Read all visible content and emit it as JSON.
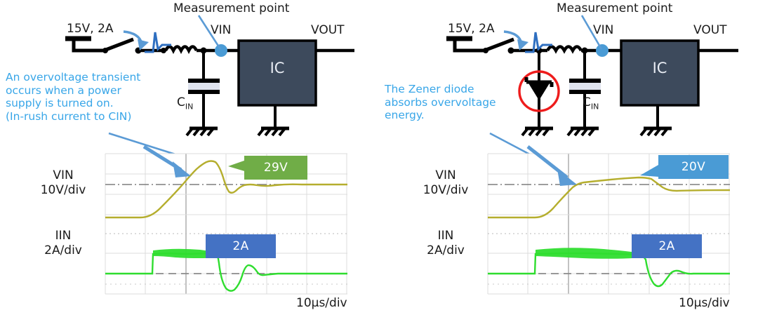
{
  "figure": {
    "type": "comparison-diagram",
    "description": "Two circuit schematics with oscilloscope captures comparing in-rush overvoltage transient with and without a Zener diode clamp"
  },
  "colors": {
    "annotation_blue": "#38a6e8",
    "arrow_blue": "#4a90c4",
    "ic_fill": "#3d4a5c",
    "measurement_dot": "#4a9bd5",
    "zener_highlight_red": "#ee1c1c",
    "trace_vin": "#b5ae2e",
    "trace_iin": "#22dd22",
    "badge_green": "#70ad47",
    "badge_blue_dark": "#4472c4",
    "badge_blue_light": "#4a9bd5",
    "grid_line": "#d8d8d8",
    "ref_line": "#8a8a8a"
  },
  "panels": [
    {
      "id": "left",
      "circuit": {
        "measurement_point_label": "Measurement point",
        "supply_label": "15V, 2A",
        "vin_label": "VIN",
        "vout_label": "VOUT",
        "ic_label": "IC",
        "cap_label": "C",
        "cap_sub": "IN",
        "has_zener": false
      },
      "annotation": "An overvoltage transient\noccurs when a power\nsupply is turned on.\n(In-rush current to CIN)",
      "scope": {
        "channels": [
          {
            "name": "VIN",
            "scale": "10V/div"
          },
          {
            "name": "IIN",
            "scale": "2A/div"
          }
        ],
        "timebase": "10µs/div",
        "badges": [
          {
            "text": "29V",
            "color": "#70ad47",
            "channel": "VIN"
          },
          {
            "text": "2A",
            "color": "#4472c4",
            "channel": "IIN"
          }
        ]
      }
    },
    {
      "id": "right",
      "circuit": {
        "measurement_point_label": "Measurement point",
        "supply_label": "15V, 2A",
        "vin_label": "VIN",
        "vout_label": "VOUT",
        "ic_label": "IC",
        "cap_label": "C",
        "cap_sub": "IN",
        "has_zener": true
      },
      "annotation": "The Zener diode\nabsorbs overvoltage\nenergy.",
      "scope": {
        "channels": [
          {
            "name": "VIN",
            "scale": "10V/div"
          },
          {
            "name": "IIN",
            "scale": "2A/div"
          }
        ],
        "timebase": "10µs/div",
        "badges": [
          {
            "text": "20V",
            "color": "#4a9bd5",
            "channel": "VIN"
          },
          {
            "text": "2A",
            "color": "#4472c4",
            "channel": "IIN"
          }
        ]
      }
    }
  ],
  "chart_data": {
    "type": "line",
    "title": "",
    "xlabel": "10µs/div",
    "plots": [
      {
        "panel": "left",
        "channel": "VIN",
        "ylabel": "VIN 10V/div",
        "peak_value": "29V",
        "description": "Rises from 0 V, overshoots to 29 V peak, rings down and settles at 15 V"
      },
      {
        "panel": "left",
        "channel": "IIN",
        "ylabel": "IIN 2A/div",
        "peak_value": "2A",
        "description": "Steps to 2 A in-rush plateau, then undershoots negative and rings to 0 A"
      },
      {
        "panel": "right",
        "channel": "VIN",
        "ylabel": "VIN 10V/div",
        "peak_value": "20V",
        "description": "Rises from 0 V and is clamped flat at 20 V by the Zener, then settles at 15 V"
      },
      {
        "panel": "right",
        "channel": "IIN",
        "ylabel": "IIN 2A/div",
        "peak_value": "2A",
        "description": "Steps to 2 A in-rush plateau held longer, then small negative undershoot to 0 A"
      }
    ]
  }
}
